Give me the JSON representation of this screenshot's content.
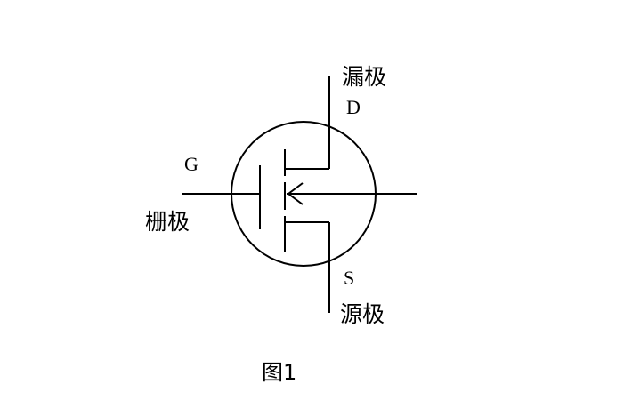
{
  "labels": {
    "drain_cn": "漏极",
    "drain": "D",
    "gate": "G",
    "gate_cn": "栅极",
    "source": "S",
    "source_cn": "源极",
    "caption": "图1"
  },
  "colors": {
    "stroke": "#000000",
    "background": "#ffffff"
  }
}
